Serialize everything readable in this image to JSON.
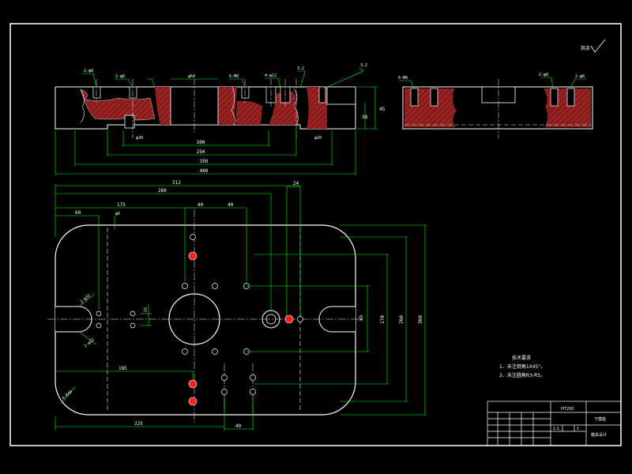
{
  "colors": {
    "background": "#000000",
    "outline": "#ffffff",
    "dimension": "#00ff00",
    "centerline": "#ffffff",
    "section_fill": "#8b1a1a",
    "hatch": "#ffffff",
    "marker": "#ff2020"
  },
  "front_view": {
    "labels_top": [
      "2-φ8",
      "2-φ8",
      "φ64",
      "6-M8",
      "4-φ12",
      "3.2",
      "3.2"
    ],
    "height_dims": [
      "45",
      "38"
    ],
    "bottom_marks": [
      "φ30",
      "φ20"
    ],
    "length_dims": [
      "300",
      "350",
      "460",
      "250"
    ]
  },
  "side_view": {
    "labels": [
      "6-M8",
      "2-φ8",
      "2-φ8"
    ]
  },
  "plan_view": {
    "top_dims": [
      "312",
      "260",
      "175",
      "60",
      "φ6",
      "40",
      "40",
      "24"
    ],
    "right_dims": [
      "85",
      "170",
      "260",
      "360"
    ],
    "bottom_dims": [
      "185",
      "225",
      "40"
    ],
    "left_labels": [
      "2-φ32",
      "2-φ22",
      "4-R40"
    ],
    "small_dim": "15"
  },
  "tech_requirements": {
    "title": "技术要求",
    "items": [
      "1、未注倒角1X45°。",
      "2、未注圆角R3-R5。"
    ]
  },
  "roughness_note": "其余",
  "title_block": {
    "part_name": "下模座",
    "material": "HT200",
    "drawing_no": "模具设计",
    "scale": "1:1",
    "count": "1"
  }
}
